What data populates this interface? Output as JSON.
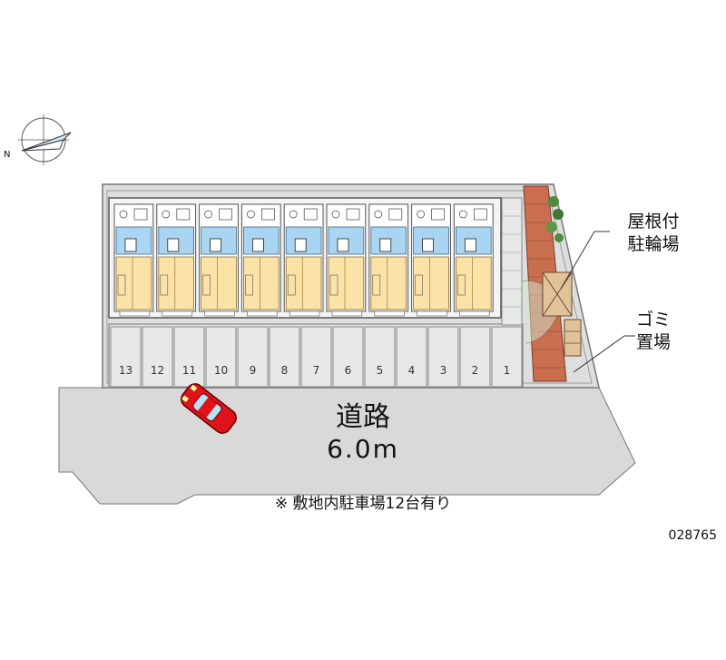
{
  "road": {
    "name": "道路",
    "width": "6.0m"
  },
  "facilities": {
    "bicycle_parking": [
      "屋根付",
      "駐輪場"
    ],
    "garbage": [
      "ゴミ",
      "置場"
    ]
  },
  "note": "※ 敷地内駐車場12台有り",
  "property_id": "028765",
  "compass": {
    "north_label": "N"
  },
  "parking_slots": [
    "13",
    "12",
    "11",
    "10",
    "9",
    "8",
    "7",
    "6",
    "5",
    "4",
    "3",
    "2",
    "1"
  ],
  "units": 9,
  "colors": {
    "road": "#d9d9d9",
    "lot": "#dcdcdc",
    "unit_floor": "#fbe3a8",
    "unit_wet": "#a9d4f2",
    "brick": "#c96f4f",
    "car": "#e0131a"
  }
}
